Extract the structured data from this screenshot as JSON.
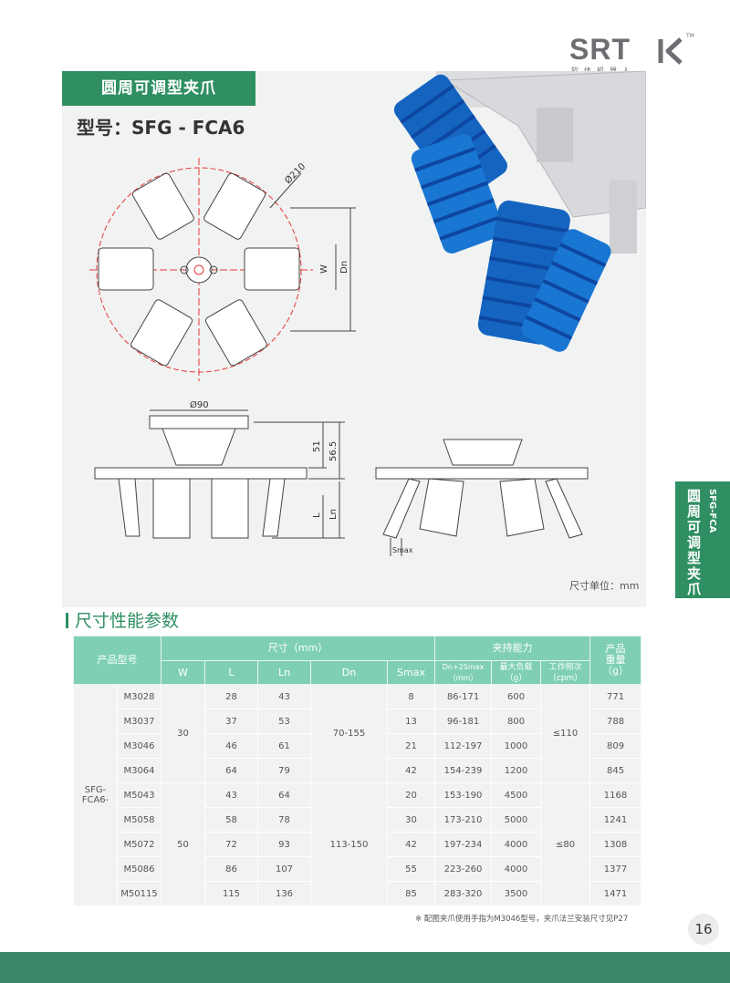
{
  "brand": {
    "logo_text": "SRT",
    "trademark": "TM",
    "subtitle": "软体机器人"
  },
  "product": {
    "title": "圆周可调型夹爪",
    "model_label": "型号：SFG - FCA6"
  },
  "drawing": {
    "top_view": {
      "diameter": "Ø210",
      "width": "W",
      "dn": "Dn"
    },
    "side_view": {
      "diameter": "Ø90",
      "h1": "51",
      "h2": "56.5",
      "l": "L",
      "ln": "Ln"
    },
    "open_view": {
      "smax": "Smax"
    }
  },
  "unit_note": "尺寸单位：mm",
  "side_tab": {
    "code": "SFG-FCA",
    "name": "圆周可调型夹爪"
  },
  "section": {
    "title": "尺寸性能参数"
  },
  "table": {
    "headers": {
      "model": "产品型号",
      "size_group": "尺寸（mm）",
      "clamp_group": "夹持能力",
      "weight_line1": "产品",
      "weight_line2": "重量",
      "weight_line3": "（g）",
      "w": "W",
      "l": "L",
      "ln": "Ln",
      "dn": "Dn",
      "smax": "Smax",
      "range_line1": "Dn+2Smax",
      "range_line2": "（mm）",
      "load_line1": "最大负载",
      "load_line2": "（g）",
      "freq_line1": "工作频次",
      "freq_line2": "（cpm）"
    },
    "series_line1": "SFG-",
    "series_line2": "FCA6-",
    "w_group1": "30",
    "w_group2": "50",
    "dn_group1": "70-155",
    "dn_group2": "113-150",
    "freq_group1": "≤110",
    "freq_group2": "≤80",
    "rows": [
      {
        "model": "M3028",
        "l": "28",
        "ln": "43",
        "smax": "8",
        "range": "86-171",
        "load": "600",
        "weight": "771"
      },
      {
        "model": "M3037",
        "l": "37",
        "ln": "53",
        "smax": "13",
        "range": "96-181",
        "load": "800",
        "weight": "788"
      },
      {
        "model": "M3046",
        "l": "46",
        "ln": "61",
        "smax": "21",
        "range": "112-197",
        "load": "1000",
        "weight": "809"
      },
      {
        "model": "M3064",
        "l": "64",
        "ln": "79",
        "smax": "42",
        "range": "154-239",
        "load": "1200",
        "weight": "845"
      },
      {
        "model": "M5043",
        "l": "43",
        "ln": "64",
        "smax": "20",
        "range": "153-190",
        "load": "4500",
        "weight": "1168"
      },
      {
        "model": "M5058",
        "l": "58",
        "ln": "78",
        "smax": "30",
        "range": "173-210",
        "load": "5000",
        "weight": "1241"
      },
      {
        "model": "M5072",
        "l": "72",
        "ln": "93",
        "smax": "42",
        "range": "197-234",
        "load": "4000",
        "weight": "1308"
      },
      {
        "model": "M5086",
        "l": "86",
        "ln": "107",
        "smax": "55",
        "range": "223-260",
        "load": "4000",
        "weight": "1377"
      },
      {
        "model": "M50115",
        "l": "115",
        "ln": "136",
        "smax": "85",
        "range": "283-320",
        "load": "3500",
        "weight": "1471"
      }
    ]
  },
  "footnote": "※ 配图夹爪使用手指为M3046型号，夹爪法兰安装尺寸见P27",
  "page_number": "16",
  "colors": {
    "brand_green": "#2f8f62",
    "header_green": "#7fd0b3",
    "finger_blue": "#1565c0"
  }
}
